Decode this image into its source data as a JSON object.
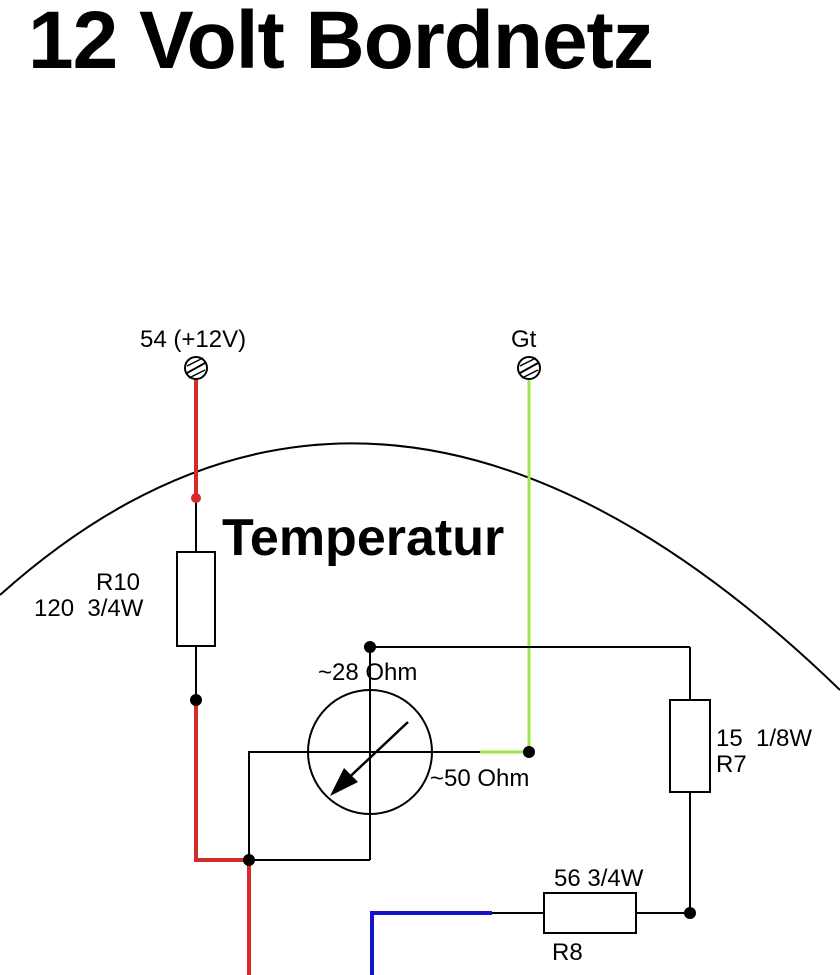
{
  "title": "12 Volt Bordnetz",
  "subtitle": "Temperatur",
  "terminals": {
    "t54": "54 (+12V)",
    "gt": "Gt"
  },
  "components": {
    "r10_name": "R10",
    "r10_value": "120  3/4W",
    "r7_value": "15  1/8W",
    "r7_name": "R7",
    "r8_value": "56 3/4W",
    "r8_name": "R8",
    "gauge_top": "~28 Ohm",
    "gauge_right": "~50 Ohm"
  },
  "colors": {
    "supply_wire": "#d42a2a",
    "sensor_wire": "#9be84e",
    "ground_wire": "#1414c8",
    "line": "#000000"
  }
}
